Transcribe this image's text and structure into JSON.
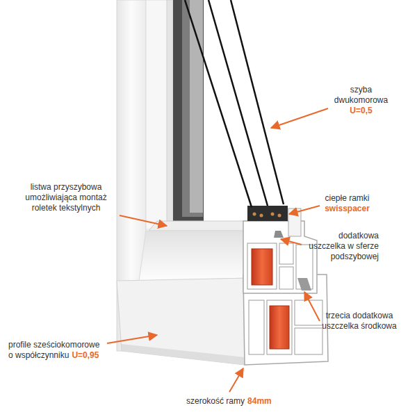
{
  "diagram": {
    "labels": [
      "szyba dwukomorowa",
      "U=0,5",
      "ciepłe ramki",
      "swisspacer",
      "dodatkowa uszczelka w sferze podszybowej",
      "listwa przyszybowa umożliwiająca montaż roletek tekstylnych",
      "trzecia dodatkowa uszczelka środkowa",
      "profile sześciokomorowe o współczynniku",
      "U=0,95",
      "szerokość ramy",
      "84mm"
    ]
  }
}
